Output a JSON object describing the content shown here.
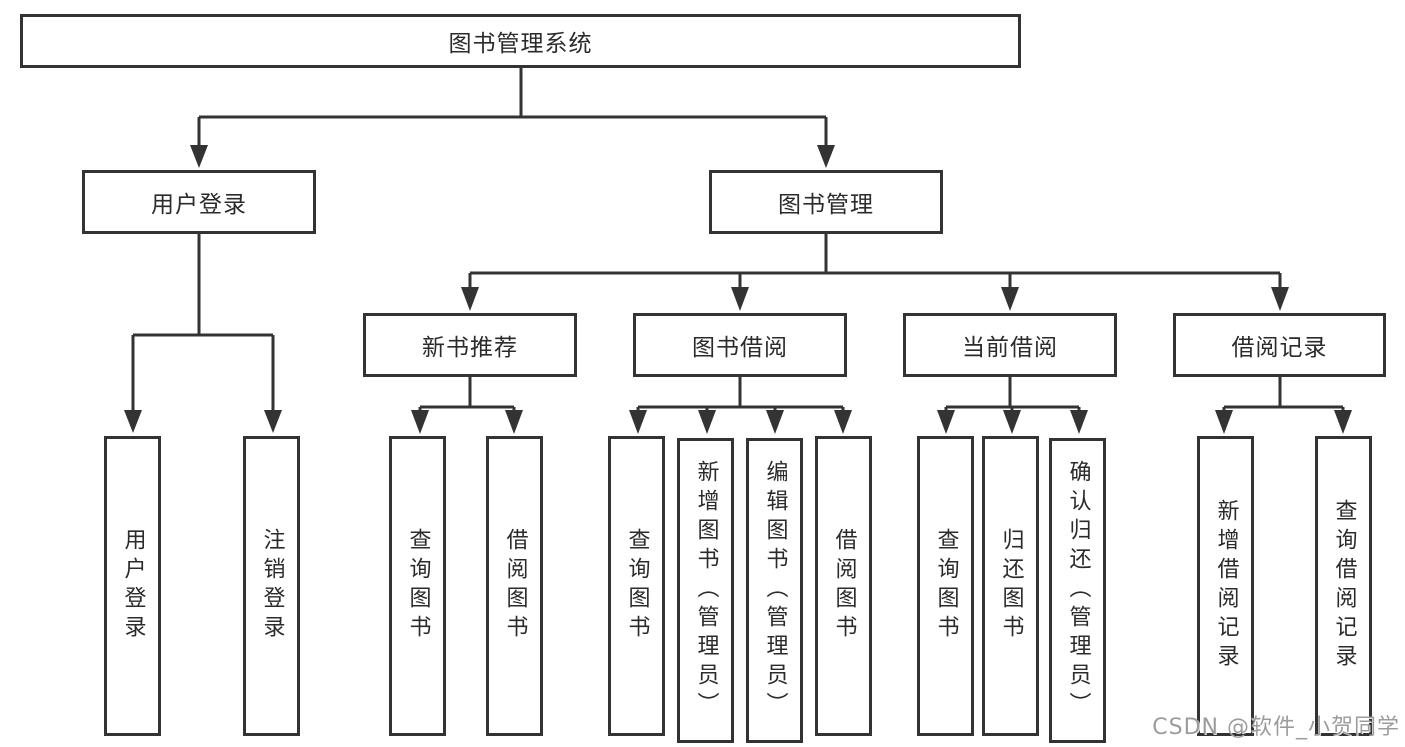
{
  "diagram": {
    "title": "图书管理系统",
    "branches": [
      {
        "label": "用户登录",
        "children": [
          {
            "label": "用户登录"
          },
          {
            "label": "注销登录"
          }
        ]
      },
      {
        "label": "图书管理",
        "children": [
          {
            "label": "新书推荐",
            "children": [
              {
                "label": "查询图书"
              },
              {
                "label": "借阅图书"
              }
            ]
          },
          {
            "label": "图书借阅",
            "children": [
              {
                "label": "查询图书"
              },
              {
                "label": "新增图书（管理员）"
              },
              {
                "label": "编辑图书（管理员）"
              },
              {
                "label": "借阅图书"
              }
            ]
          },
          {
            "label": "当前借阅",
            "children": [
              {
                "label": "查询图书"
              },
              {
                "label": "归还图书"
              },
              {
                "label": "确认归还（管理员）"
              }
            ]
          },
          {
            "label": "借阅记录",
            "children": [
              {
                "label": "新增借阅记录"
              },
              {
                "label": "查询借阅记录"
              }
            ]
          }
        ]
      }
    ]
  },
  "watermark": {
    "text": "CSDN @软件_小贺同学",
    "color": "#9c9c9c"
  },
  "colors": {
    "line": "#333333",
    "box_border": "#333333",
    "box_fill": "#ffffff",
    "text": "#2b2b2b",
    "background": "#ffffff"
  }
}
